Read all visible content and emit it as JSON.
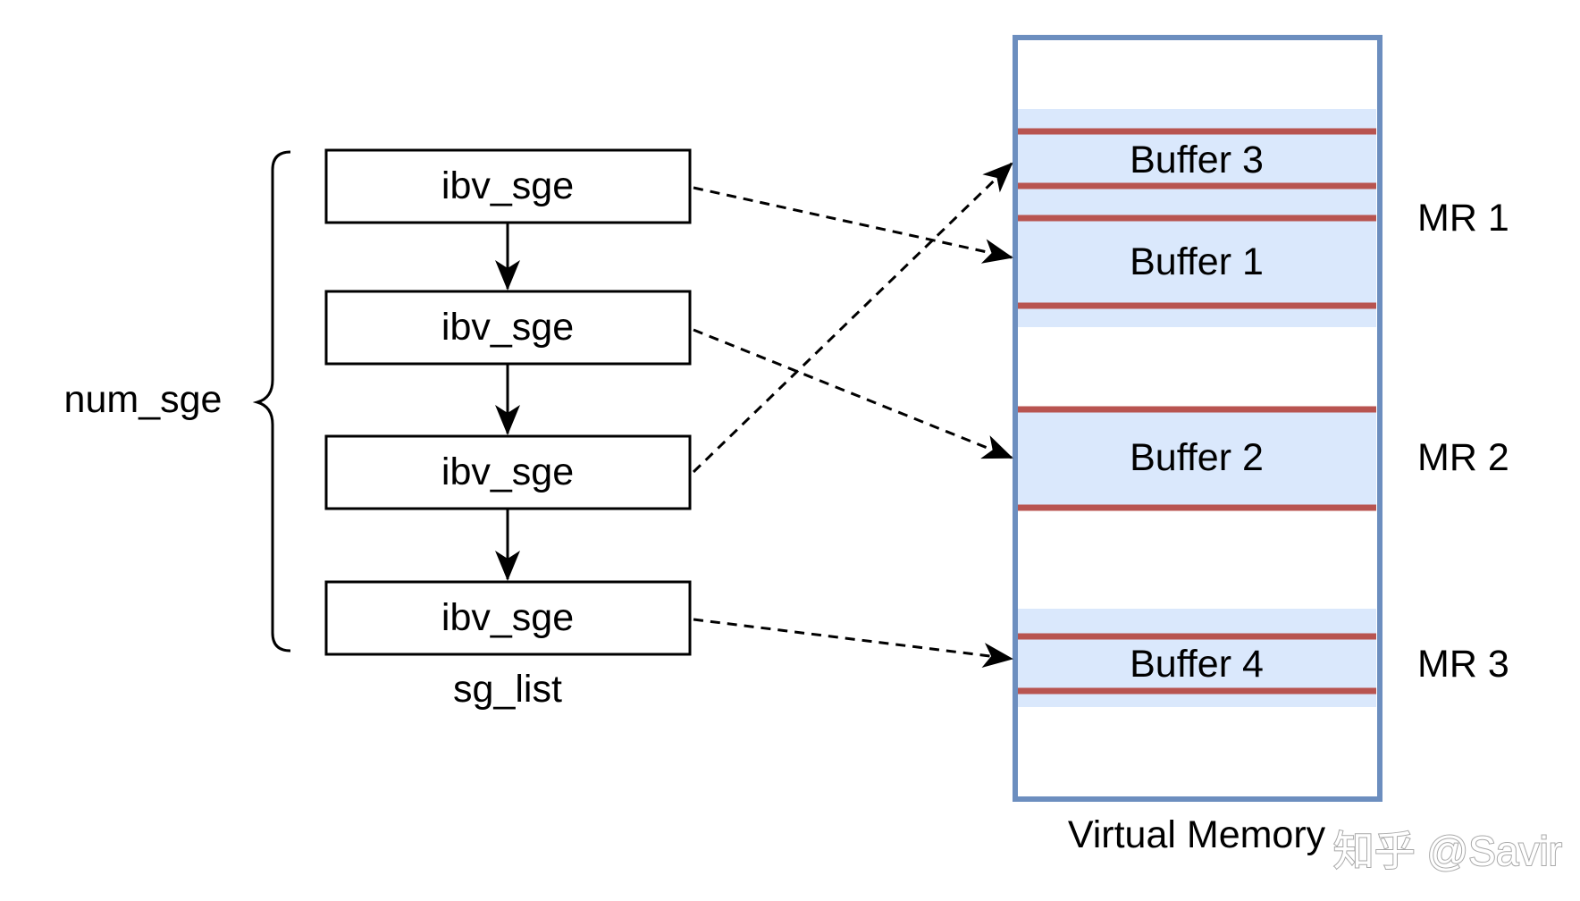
{
  "sg_list": {
    "entries": [
      "ibv_sge",
      "ibv_sge",
      "ibv_sge",
      "ibv_sge"
    ],
    "caption": "sg_list",
    "count_label": "num_sge"
  },
  "virtual_memory": {
    "caption": "Virtual Memory",
    "buffers": [
      "Buffer 3",
      "Buffer 1",
      "Buffer 2",
      "Buffer 4"
    ],
    "memory_regions": [
      "MR 1",
      "MR 2",
      "MR 3"
    ]
  },
  "watermark": "知乎 @Savir",
  "colors": {
    "memory_border": "#6c8ebf",
    "region_fill": "#dae8fc",
    "buffer_line": "#b85450",
    "stroke": "#000000"
  }
}
